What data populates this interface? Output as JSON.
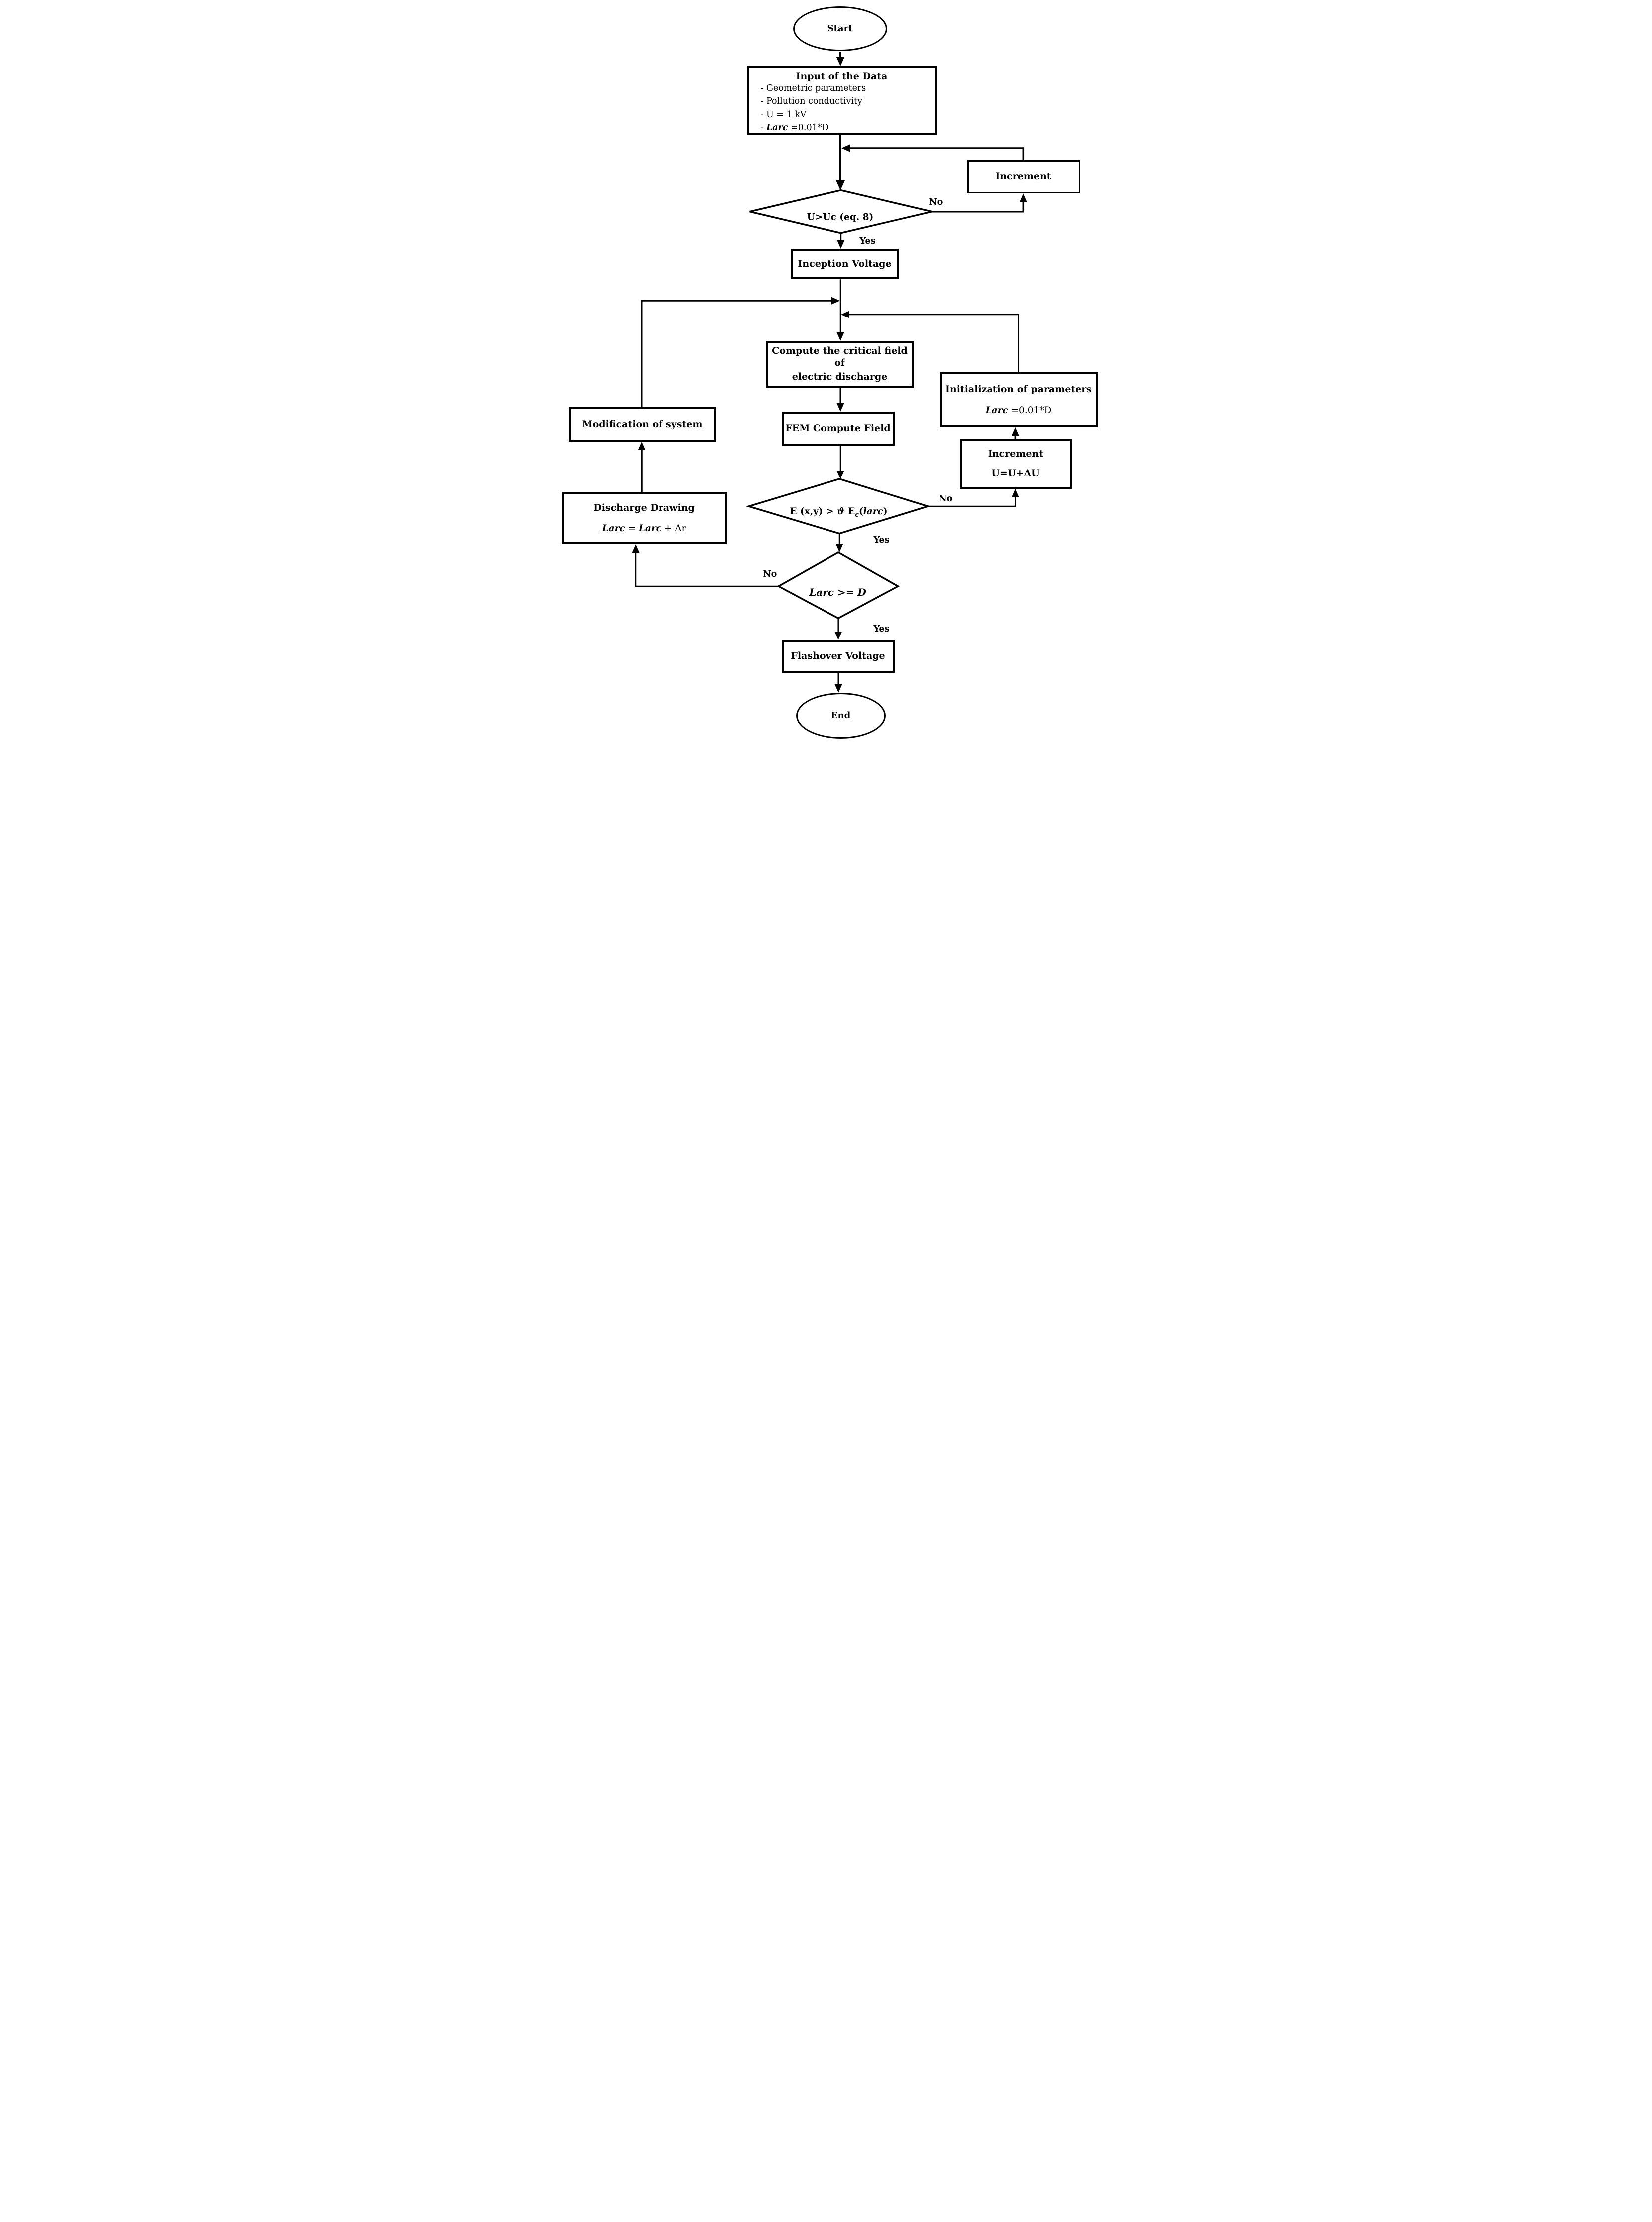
{
  "flowchart": {
    "nodes": {
      "start": {
        "label": "Start"
      },
      "input_data": {
        "title": "Input of the Data",
        "item1": "- Geometric parameters",
        "item2": "- Pollution conductivity",
        "item3": "- U = 1 kV",
        "item4_prefix": "- ",
        "item4_larc": "Larc",
        "item4_rest": " =0.01*D"
      },
      "increment_top": {
        "label": "Increment"
      },
      "decision_u_uc": {
        "label": "U>Uc (eq. 8)"
      },
      "inception_voltage": {
        "label": "Inception Voltage"
      },
      "compute_critical_field": {
        "line1": "Compute the critical field of",
        "line2": "electric discharge"
      },
      "fem_compute_field": {
        "label": "FEM Compute Field"
      },
      "initialization": {
        "title": "Initialization of parameters",
        "larc": "Larc",
        "formula_rest": " =0.01*D"
      },
      "increment_voltage": {
        "title": "Increment",
        "formula": "U=U+ΔU"
      },
      "decision_field": {
        "p1": "E (x,y) > ",
        "theta": "ϑ",
        "p2": " E",
        "sub": "c",
        "p3": "(",
        "larc": "larc",
        "p4": ")"
      },
      "modification_system": {
        "label": "Modification of system"
      },
      "discharge_drawing": {
        "title": "Discharge Drawing",
        "larc1": "Larc",
        "eq": " = ",
        "larc2": "Larc",
        "rest": " + Δr"
      },
      "decision_larc": {
        "larc": "Larc",
        "op": " >= ",
        "d": "D"
      },
      "flashover_voltage": {
        "label": "Flashover Voltage"
      },
      "end": {
        "label": "End"
      }
    },
    "edge_labels": {
      "no_u_uc": "No",
      "yes_u_uc": "Yes",
      "no_field": "No",
      "yes_field": "Yes",
      "no_larc": "No",
      "yes_larc": "Yes"
    }
  }
}
